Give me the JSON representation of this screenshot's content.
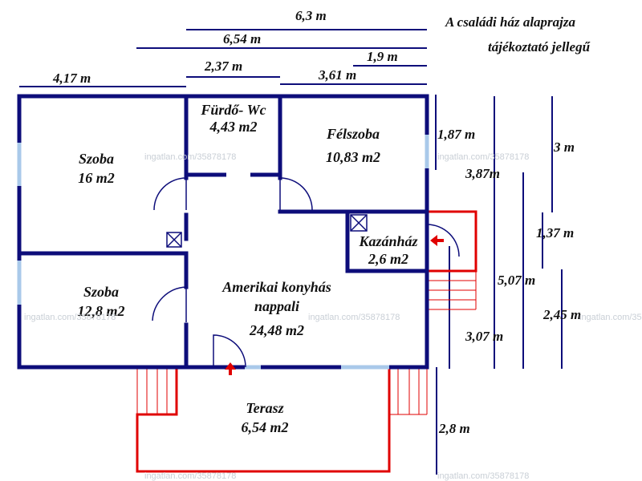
{
  "title": {
    "line1": "A családi ház alaprajza",
    "line2": "tájékoztató jellegű"
  },
  "dimensions": {
    "top_6_3": "6,3 m",
    "top_6_54": "6,54 m",
    "top_1_9": "1,9 m",
    "top_2_37": "2,37 m",
    "top_3_61": "3,61 m",
    "top_4_17": "4,17 m",
    "right_1_87": "1,87 m",
    "right_3": "3 m",
    "right_3_87": "3,87m",
    "right_1_37": "1,37 m",
    "right_5_07": "5,07 m",
    "right_2_45": "2,45 m",
    "right_3_07": "3,07 m",
    "right_2_8": "2,8 m"
  },
  "rooms": {
    "szoba1": {
      "name": "Szoba",
      "area": "16 m2"
    },
    "furdo": {
      "name": "Fürdő- Wc",
      "area": "4,43 m2"
    },
    "felszoba": {
      "name": "Félszoba",
      "area": "10,83 m2"
    },
    "kazanhaz": {
      "name": "Kazánház",
      "area": "2,6 m2"
    },
    "szoba2": {
      "name": "Szoba",
      "area": "12,8 m2"
    },
    "nappali": {
      "name1": "Amerikai konyhás",
      "name2": "nappali",
      "area": "24,48 m2"
    },
    "terasz": {
      "name": "Terasz",
      "area": "6,54 m2"
    }
  },
  "watermark": "ingatlan.com/35878178",
  "colors": {
    "wall": "#0d0d7a",
    "dimension_line": "#0d0d7a",
    "terrace": "#e00000",
    "window": "#a9c9ea",
    "arrow": "#e00000"
  }
}
